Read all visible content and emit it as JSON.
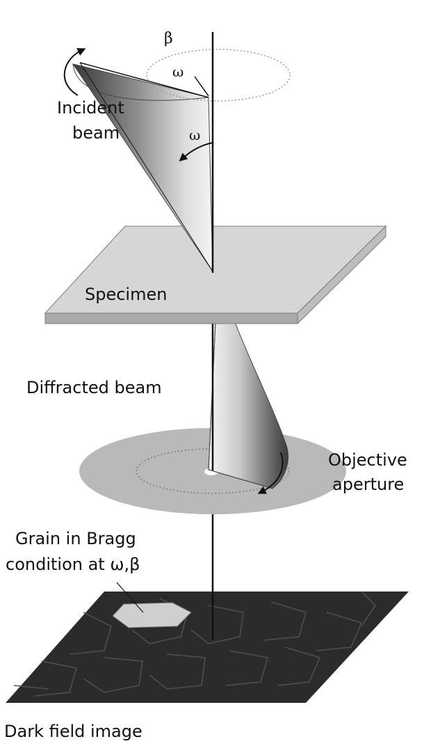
{
  "labels": {
    "beta_top": "β",
    "omega_top": "ω",
    "omega_mid": "ω",
    "incident_line1": "Incident",
    "incident_line2": "beam",
    "specimen": "Specimen",
    "diffracted": "Diffracted beam",
    "objective_line1": "Objective",
    "objective_line2": "aperture",
    "grain_line1": "Grain in Bragg",
    "grain_line2": "condition at ω,β",
    "darkfield": "Dark field image"
  },
  "colors": {
    "background": "#ffffff",
    "line": "#111111",
    "specimen_top": "#d6d6d6",
    "specimen_side": "#a9a9a9",
    "aperture": "#b9b9b9",
    "image_plane": "#2b2b2b",
    "grain_highlight": "#cfcfcf",
    "cone_dark": "#3a3a3a",
    "cone_light": "#f2f2f2"
  }
}
